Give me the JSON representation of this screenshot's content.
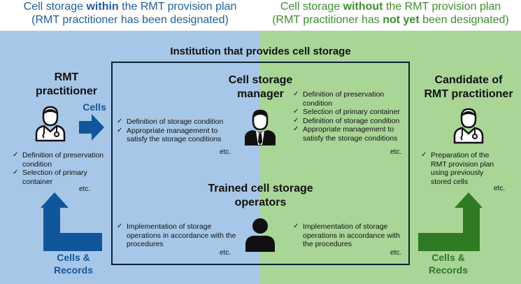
{
  "header_left": {
    "line1_pre": "Cell storage ",
    "line1_bold": "within",
    "line1_post": " the RMT provision plan",
    "line2": "(RMT practitioner has been designated)"
  },
  "header_right": {
    "line1_pre": "Cell storage ",
    "line1_bold": "without",
    "line1_post": " the RMT provision plan",
    "line2_pre": "(RMT practitioner has ",
    "line2_bold": "not yet",
    "line2_post": " been designated)"
  },
  "institution_title": "Institution that provides cell storage",
  "rmt_practitioner": {
    "title_line1": "RMT",
    "title_line2": "practitioner",
    "items": [
      "Definition of preservation condition",
      "Selection of primary container"
    ],
    "etc": "etc."
  },
  "cell_storage_manager": {
    "title_line1": "Cell storage",
    "title_line2": "manager",
    "left_items": [
      "Definition of storage condition",
      "Appropriate management to satisfy the storage conditions"
    ],
    "left_etc": "etc.",
    "right_items": [
      "Definition of preservation condition",
      "Selection of primary container",
      "Definition of storage condition",
      "Appropriate management to satisfy the storage conditions"
    ],
    "right_etc": "etc."
  },
  "operators": {
    "title_line1": "Trained cell storage",
    "title_line2": "operators",
    "left_items": [
      "Implementation of storage operations in accordance with the procedures"
    ],
    "left_etc": "etc.",
    "right_items": [
      "Implementation of storage operations in accordance with the procedures"
    ],
    "right_etc": "etc."
  },
  "candidate": {
    "title_line1": "Candidate of",
    "title_line2": "RMT practitioner",
    "items": [
      "Preparation of the RMT provision plan using previously stored cells"
    ],
    "etc": "etc."
  },
  "flows": {
    "cells": "Cells",
    "cells_records_left_line1": "Cells &",
    "cells_records_left_line2": "Records",
    "cells_records_right_line1": "Cells &",
    "cells_records_right_line2": "Records"
  },
  "colors": {
    "header_blue": "#1f5f9a",
    "header_green": "#3e8e2e",
    "bg_blue": "#a6c7e8",
    "bg_green": "#a9d597",
    "arrow_blue": "#11569a",
    "arrow_green": "#2f7a22"
  }
}
